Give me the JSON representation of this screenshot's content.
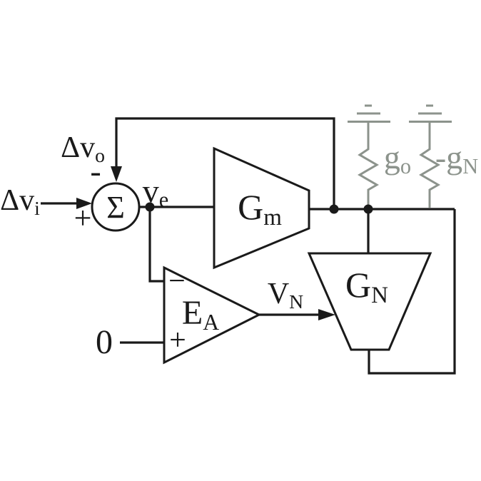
{
  "diagram_type": "feedback-amplifier-block-diagram",
  "colors": {
    "line": "#1a1a1a",
    "passive_gray": "#8c938c",
    "background": "#ffffff"
  },
  "labels": {
    "input_signal": {
      "main": "Δv",
      "sub": "i"
    },
    "feedback_signal": {
      "main": "Δv",
      "sub": "o"
    },
    "error_signal": {
      "main": "v",
      "sub": "e"
    },
    "summer_symbol": "Σ",
    "summer_minus": "-",
    "summer_plus": "+",
    "gm_block": {
      "main": "G",
      "sub": "m"
    },
    "ea_block": {
      "main": "E",
      "sub": "A"
    },
    "ea_minus": "−",
    "ea_plus": "+",
    "zero_reference": "0",
    "vn_signal": {
      "main": "V",
      "sub": "N"
    },
    "gn_block": {
      "main": "G",
      "sub": "N"
    },
    "go_conductance": {
      "main": "g",
      "sub": "o"
    },
    "neg_gn_conductance": {
      "main": "-g",
      "sub": "N"
    }
  },
  "icons": {
    "ground_symbol_count": 2,
    "resistor_symbol_count": 2,
    "junction_dot_count": 3,
    "arrowhead_count": 3
  }
}
